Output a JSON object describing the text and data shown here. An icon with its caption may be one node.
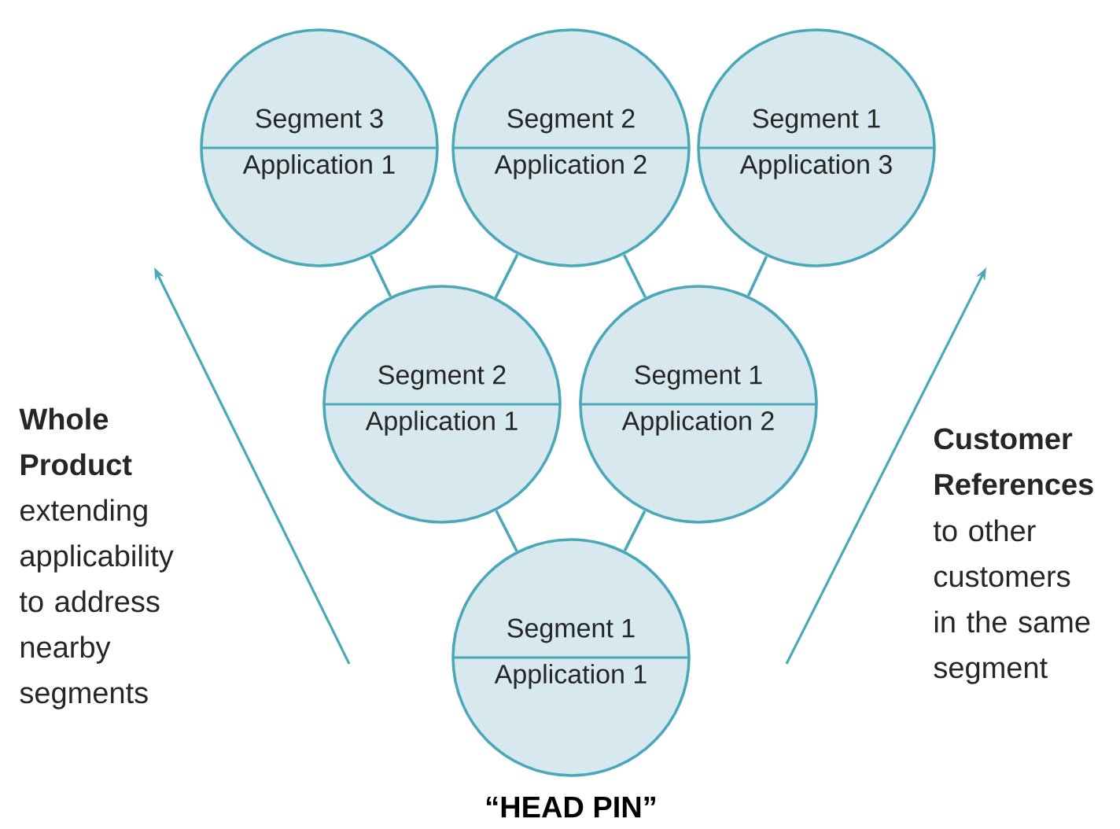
{
  "diagram": {
    "nodes": [
      {
        "text": [
          "Segment 3",
          "Application 1"
        ]
      },
      {
        "text": [
          "Segment 2",
          "Application 2"
        ]
      },
      {
        "text": [
          "Segment 1",
          "Application 3"
        ]
      },
      {
        "text": [
          "Segment 2",
          "Application 1"
        ]
      },
      {
        "text": [
          "Segment 1",
          "Application 2"
        ]
      },
      {
        "text": [
          "Segment 1",
          "Application 1"
        ],
        "beside": [
          "“HEAD PIN”"
        ]
      }
    ],
    "edges": [
      {
        "from": 5,
        "to": 3,
        "arrow": "none"
      },
      {
        "from": 5,
        "to": 4,
        "arrow": "none"
      },
      {
        "from": 3,
        "to": 0,
        "arrow": "none"
      },
      {
        "from": 3,
        "to": 1,
        "arrow": "none"
      },
      {
        "from": 4,
        "to": 1,
        "arrow": "none"
      },
      {
        "from": 4,
        "to": 2,
        "arrow": "none"
      }
    ],
    "labels": [
      "Whole Product",
      "extending applicability to address nearby segments",
      "Customer References",
      "to other customers in the same segment"
    ]
  }
}
